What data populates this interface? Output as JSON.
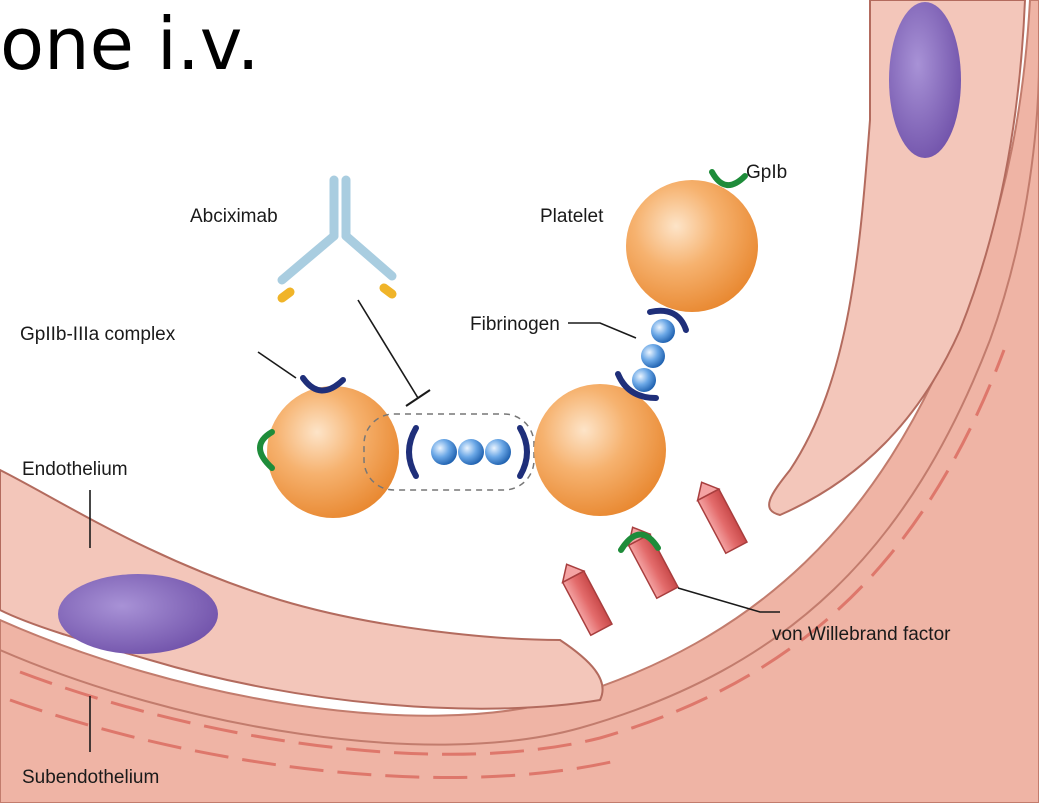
{
  "heading": "one i.v.",
  "labels": {
    "abciximab": "Abciximab",
    "gpib": "GpIb",
    "platelet": "Platelet",
    "fibrinogen": "Fibrinogen",
    "gpiib_iiia": "GpIIb-IIIa complex",
    "endothelium": "Endothelium",
    "von_willebrand": "von Willebrand factor",
    "subendothelium": "Subendothelium"
  },
  "colors": {
    "platelet": "#f4a25a",
    "platelet_highlight": "#fde4c8",
    "gpiib_iiia_receptor": "#1f2f7a",
    "gpib_receptor": "#1e8c3a",
    "fibrinogen_bead": "#4a8fd6",
    "nucleus": "#8b6bbf",
    "endothelium": "#f2c2b6",
    "subendothelium": "#e9a392",
    "vwf": "#e36b6b",
    "antibody": "#a9cde0",
    "antibody_tip": "#f0b429"
  }
}
